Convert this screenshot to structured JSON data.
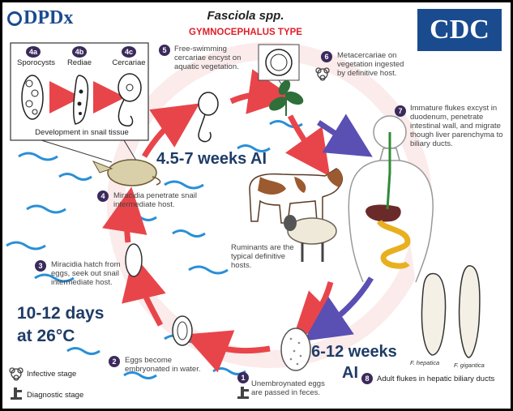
{
  "header": {
    "logo": "DPDx",
    "title": "Fasciola spp.",
    "subtitle": "GYMNOCEPHALUS TYPE",
    "cdc_logo": "CDC"
  },
  "inset": {
    "items": [
      {
        "num": "4a",
        "label": "Sporocysts"
      },
      {
        "num": "4b",
        "label": "Rediae"
      },
      {
        "num": "4c",
        "label": "Cercariae"
      }
    ],
    "caption": "Development in snail tissue"
  },
  "steps": [
    {
      "num": "1",
      "text": "Unembroynated eggs are passed in feces."
    },
    {
      "num": "2",
      "text": "Eggs become embryonated in water."
    },
    {
      "num": "3",
      "text": "Miracidia hatch from eggs, seek out snail intermediate host."
    },
    {
      "num": "4",
      "text": "Miracidia penetrate snail intermediate host."
    },
    {
      "num": "5",
      "text": "Free-swimming cercariae encyst on aquatic vegetation."
    },
    {
      "num": "6",
      "text": "Metacercariae on vegetation ingested by definitive host."
    },
    {
      "num": "7",
      "text": "Immature flukes excyst in duodenum, penetrate intestinal wall, and migrate though liver parenchyma to biliary ducts."
    },
    {
      "num": "8",
      "text": "Adult flukes in hepatic biliary ducts"
    }
  ],
  "ruminants_text": "Ruminants are the typical definitive hosts.",
  "species": {
    "hepatica": "F. hepatica",
    "gigantica": "F. gigantica"
  },
  "annotations": {
    "weeks_45_7": "4.5-7 weeks AI",
    "days_10_12_line1": "10-12 days",
    "days_10_12_line2": "at 26°C",
    "weeks_6_12_line1": "6-12 weeks",
    "weeks_6_12_line2": "AI"
  },
  "legend": {
    "infective": "Infective stage",
    "diagnostic": "Diagnostic stage"
  },
  "colors": {
    "title_red": "#e0202a",
    "arrow_red": "#e8454b",
    "arrow_blue": "#5a4fb3",
    "step_circle": "#3b2a5c",
    "annotation_blue": "#1f3c66",
    "cdc_blue": "#1a4b8f"
  }
}
